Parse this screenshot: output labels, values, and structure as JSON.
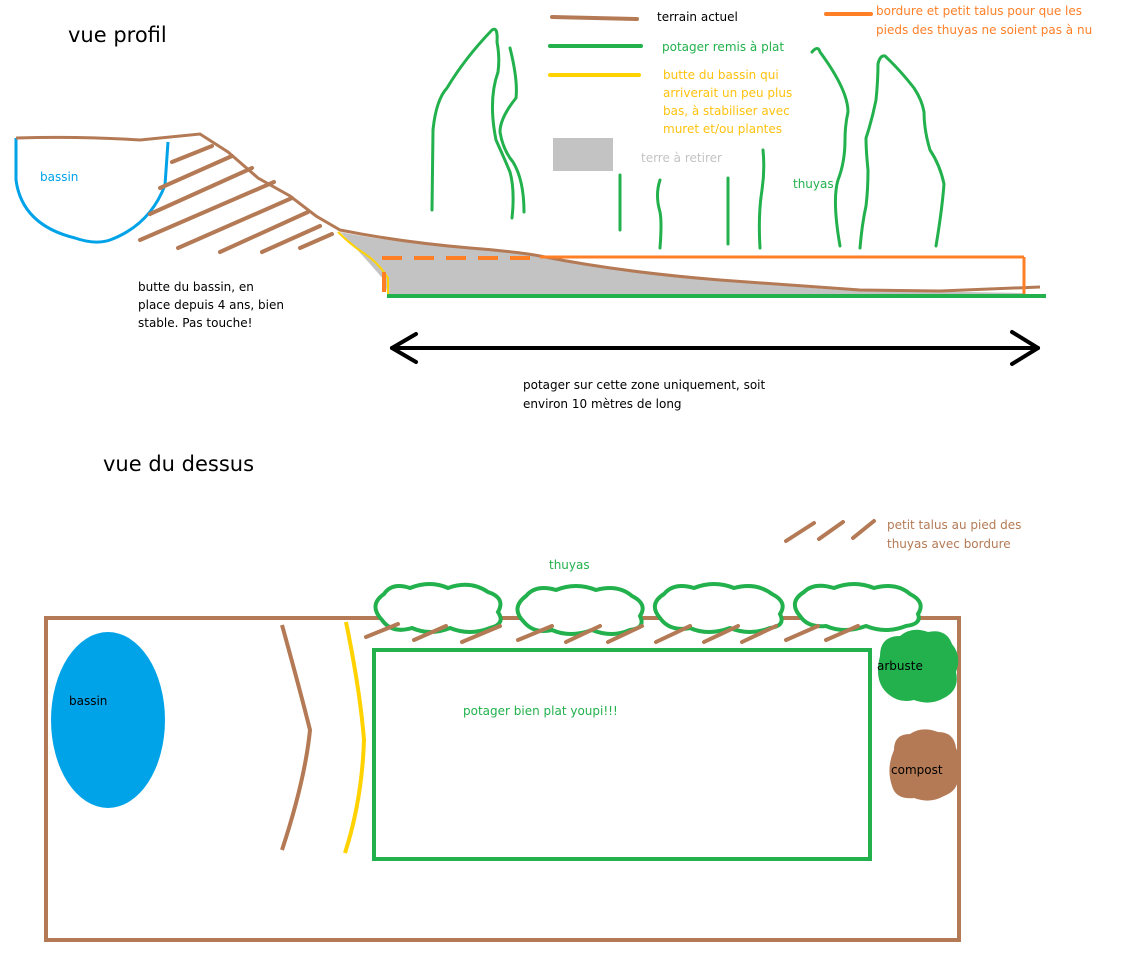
{
  "colors": {
    "brown": "#b47a55",
    "green": "#22b14c",
    "yellow": "#ffd200",
    "orange": "#ff7f27",
    "gray": "#c3c3c3",
    "blue": "#00a2e8",
    "black": "#000000"
  },
  "profile": {
    "title": "vue profil",
    "bassin_label": "bassin",
    "butte_note": [
      "butte du bassin, en",
      "place depuis 4 ans, bien",
      "stable. Pas touche!"
    ],
    "thuyas_label": "thuyas",
    "zone_note": [
      "potager sur cette zone uniquement, soit",
      "environ 10 mètres de long"
    ]
  },
  "legend": {
    "terrain": "terrain actuel",
    "potager": "potager remis à plat",
    "butte": [
      "butte du bassin qui",
      "arriverait un peu plus",
      "bas, à stabiliser avec",
      "muret et/ou plantes"
    ],
    "terre": "terre à retirer",
    "bordure": [
      "bordure et petit talus pour que les",
      "pieds des thuyas ne soient pas à nu"
    ]
  },
  "top": {
    "title": "vue du dessus",
    "talus_legend": [
      "petit talus au pied des",
      "thuyas avec bordure"
    ],
    "thuyas_label": "thuyas",
    "bassin_label": "bassin",
    "potager_label": "potager bien plat youpi!!!",
    "arbuste_label": "arbuste",
    "compost_label": "compost"
  }
}
